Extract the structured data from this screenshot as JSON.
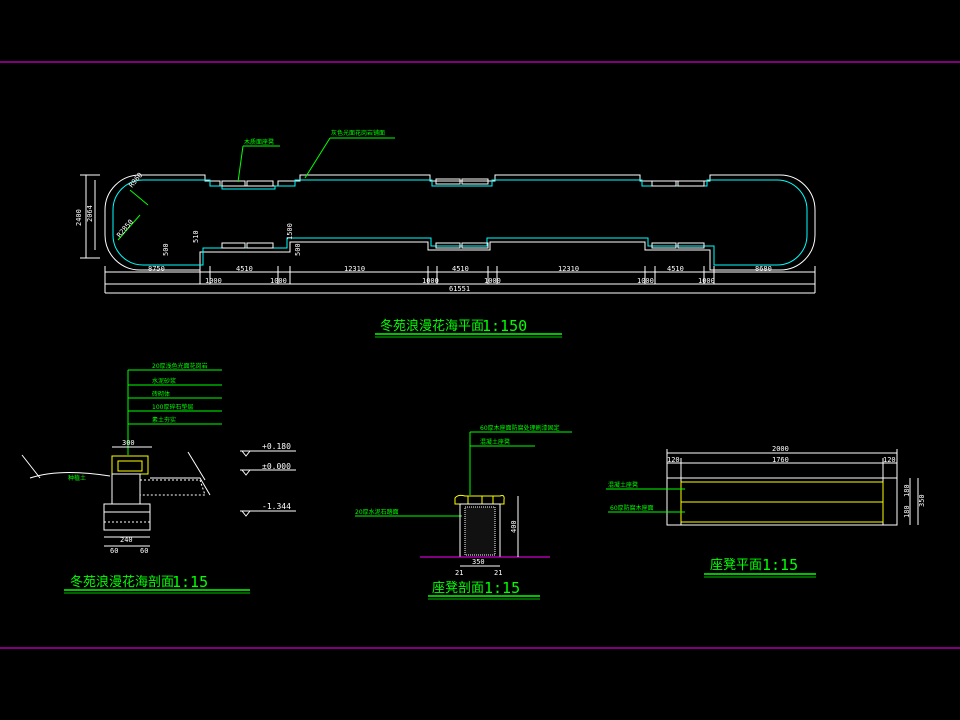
{
  "colors": {
    "background": "#000000",
    "frame_line": "#ff00ff",
    "outline": "#ffffff",
    "inner_outline": "#00ffff",
    "annotation": "#00ff00",
    "seat": "#ffff00",
    "dimension": "#ffffff"
  },
  "plan": {
    "title": "冬苑浪漫花海平面",
    "scale": "1:150",
    "callout_bench": "木质面座凳",
    "callout_edge": "灰色光面花岗岩铺面",
    "overall_width": "61551",
    "segments": [
      "8750",
      "4510",
      "12310",
      "4510",
      "12310",
      "4510",
      "8680"
    ],
    "gaps_left": [
      "1000",
      "1000"
    ],
    "gaps_mid": [
      "1000",
      "1000"
    ],
    "gaps_right": [
      "1000",
      "1000"
    ],
    "height_outer": "2400",
    "height_inner": "2064",
    "radius_outer": "R960",
    "radius_inner": "R2850",
    "small_left_a": "500",
    "small_left_b": "510",
    "small_right_a": "1500",
    "small_right_b": "500"
  },
  "section_flowerbed": {
    "title": "冬苑浪漫花海剖面",
    "scale": "1:15",
    "layers": [
      "20厚浅色光面花岗岩",
      "水泥砂浆",
      "砖砌体",
      "100厚碎石垫层",
      "素土夯实"
    ],
    "soil_label": "种植土",
    "top_width": "300",
    "bottom_widths": [
      "240",
      "60",
      "60"
    ],
    "elevations": [
      "+0.180",
      "±0.000",
      "-1.344"
    ]
  },
  "section_bench": {
    "title": "座凳剖面",
    "scale": "1:15",
    "top_note": "60厚木座面防腐处理刷漆固定",
    "top_note2": "混凝土座凳",
    "side_note": "20厚水泥石踏面",
    "height": "400",
    "width": "350",
    "edges": [
      "21",
      "21"
    ]
  },
  "plan_bench": {
    "title": "座凳平面",
    "scale": "1:15",
    "overall": "2000",
    "inner": "1760",
    "edges": [
      "120",
      "120"
    ],
    "note1": "混凝土座凳",
    "note2": "60厚防腐木座面",
    "side_dims": [
      "180",
      "180"
    ],
    "side_total": "350"
  }
}
